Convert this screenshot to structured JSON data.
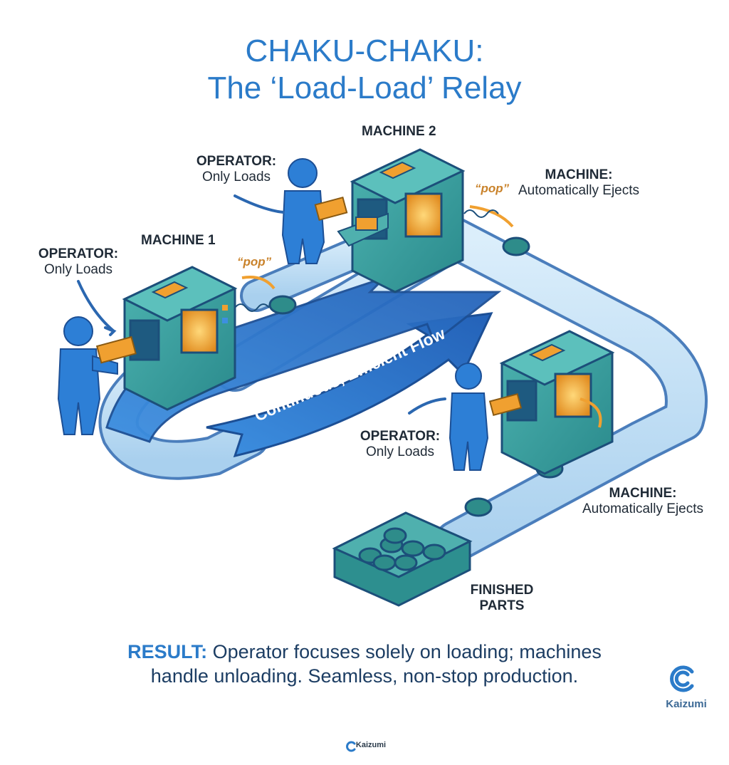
{
  "title": {
    "line1": "CHAKU-CHAKU:",
    "line2": "The ‘Load-Load’ Relay"
  },
  "machines": {
    "m1": "MACHINE 1",
    "m2": "MACHINE 2"
  },
  "operator_labels": [
    {
      "heading": "OPERATOR:",
      "text": "Only Loads"
    },
    {
      "heading": "OPERATOR:",
      "text": "Only Loads"
    },
    {
      "heading": "OPERATOR:",
      "text": "Only Loads"
    }
  ],
  "machine_labels": [
    {
      "heading": "MACHINE:",
      "text": "Automatically Ejects"
    },
    {
      "heading": "MACHINE:",
      "text": "Automatically Ejects"
    }
  ],
  "pop_labels": [
    "“pop”",
    "“pop”"
  ],
  "flow_arrow": "Continuous, Efficient Flow",
  "finished": {
    "line1": "FINISHED",
    "line2": "PARTS"
  },
  "result": {
    "lead": "RESULT:",
    "line1": "Operator focuses solely on loading; machines",
    "line2": "handle unloading. Seamless, non-stop production."
  },
  "brand": {
    "name": "Kaizumi"
  },
  "footer": {
    "name": "Kaizumi"
  },
  "colors": {
    "title_blue": "#2b7bc9",
    "machine_teal": "#3aa0a0",
    "conveyor_blue": "#b9dcf3",
    "operator_blue": "#2d7fd6",
    "part_orange": "#f0a030"
  }
}
